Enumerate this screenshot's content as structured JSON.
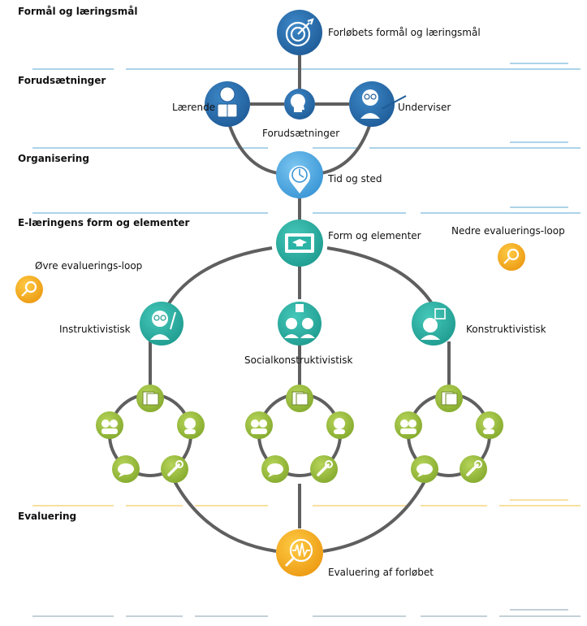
{
  "sections": {
    "formaal": "Formål og læringsmål",
    "forudsaetninger": "Forudsætninger",
    "organisering": "Organisering",
    "elaering": "E-læringens form og elementer",
    "evaluering": "Evaluering"
  },
  "nodes": {
    "forloebets": "Forløbets formål og læringsmål",
    "laerende": "Lærende",
    "forudsaetninger": "Forudsætninger",
    "underviser": "Underviser",
    "tid": "Tid og sted",
    "form": "Form og elementer",
    "nedre": "Nedre evaluerings-loop",
    "oevre": "Øvre evaluerings-loop",
    "instrukt": "Instruktivistisk",
    "socialkon": "Socialkonstruktivistisk",
    "konstrukt": "Konstruktivistisk",
    "evaluering": "Evaluering af forløbet"
  },
  "colors": {
    "blue": "#2a6fb0",
    "lightblue": "#4aa6e0",
    "teal": "#2bb3a6",
    "green": "#9bc23c",
    "orange": "#f2a81d",
    "line": "#5f5f5f",
    "divblue": "#5aa7d6",
    "divyellow": "#f0c040"
  },
  "icons": {
    "target": "target-icon",
    "reader": "reader-icon",
    "head": "head-icon",
    "teacher": "teacher-icon",
    "clock": "clock-pin-icon",
    "screen": "screen-cap-icon",
    "magnifier": "magnifier-icon",
    "wave": "wave-magnifier-icon",
    "people": "people-icon",
    "chat": "chat-icon",
    "wrench": "wrench-icon",
    "docs": "documents-icon"
  }
}
